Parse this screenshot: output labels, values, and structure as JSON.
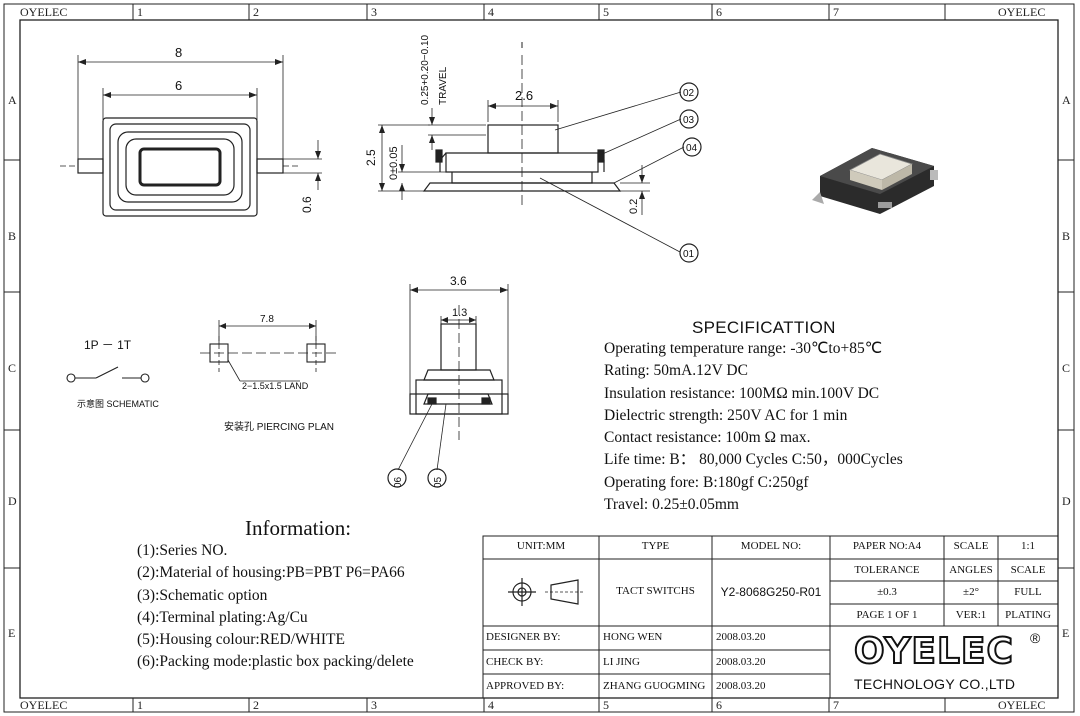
{
  "frame": {
    "corner_label": "OYELEC",
    "columns": [
      "1",
      "2",
      "3",
      "4",
      "5",
      "6",
      "7"
    ],
    "rows": [
      "A",
      "B",
      "C",
      "D",
      "E"
    ]
  },
  "top_view": {
    "dim_overall": "8",
    "dim_body": "6",
    "dim_terminal": "0.6"
  },
  "side_view": {
    "dim_travel": "0.25+0.20−0.10",
    "travel_label": "TRAVEL",
    "dim_actuator": "2.6",
    "dim_height": "2.5",
    "dim_offset": "0±0.05",
    "dim_foot": "0.2",
    "callouts": [
      "02",
      "03",
      "04",
      "01"
    ]
  },
  "front_view": {
    "dim_width": "3.6",
    "dim_actuator": "1.3",
    "callouts": [
      "06",
      "05"
    ]
  },
  "schematic": {
    "label_1p1t": "1P － 1T",
    "caption": "示意图 SCHEMATIC"
  },
  "piercing_plan": {
    "dim_pitch": "7.8",
    "land_note": "2−1.5x1.5 LAND",
    "caption": "安装孔 PIERCING PLAN"
  },
  "specification": {
    "title": "SPECIFICATTION",
    "lines": [
      "Operating temperature range: -30℃to+85℃",
      "Rating: 50mA.12V DC",
      "Insulation resistance: 100MΩ min.100V DC",
      "Dielectric strength: 250V AC for 1 min",
      "Contact resistance: 100m Ω max.",
      "Life time: B： 80,000 Cycles  C:50，000Cycles",
      "Operating fore: B:180gf C:250gf",
      "Travel: 0.25±0.05mm"
    ]
  },
  "information": {
    "title": "Information:",
    "lines": [
      "(1):Series NO.",
      "(2):Material of housing:PB=PBT P6=PA66",
      "(3):Schematic option",
      "(4):Terminal plating:Ag/Cu",
      "(5):Housing colour:RED/WHITE",
      "(6):Packing mode:plastic box packing/delete"
    ]
  },
  "title_block": {
    "unit": "UNIT:MM",
    "type_header": "TYPE",
    "model_header": "MODEL NO:",
    "paper": "PAPER NO:A4",
    "scale_header": "SCALE",
    "scale_value": "1:1",
    "tolerance": "TOLERANCE",
    "angles": "ANGLES",
    "scale2": "SCALE",
    "type_value": "TACT SWITCHS",
    "model_value": "Y2-8068G250-R01",
    "tol_value": "±0.3",
    "angle_value": "±2°",
    "full": "FULL",
    "page": "PAGE 1 OF 1",
    "ver": "VER:1",
    "plating": "PLATING",
    "designer_label": "DESIGNER BY:",
    "designer": "HONG WEN",
    "designer_date": "2008.03.20",
    "check_label": "CHECK BY:",
    "checker": "LI JING",
    "check_date": "2008.03.20",
    "approve_label": "APPROVED BY:",
    "approver": "ZHANG GUOGMING",
    "approve_date": "2008.03.20",
    "logo_text": "OYELEC",
    "registered": "®",
    "company": "TECHNOLOGY CO.,LTD"
  }
}
